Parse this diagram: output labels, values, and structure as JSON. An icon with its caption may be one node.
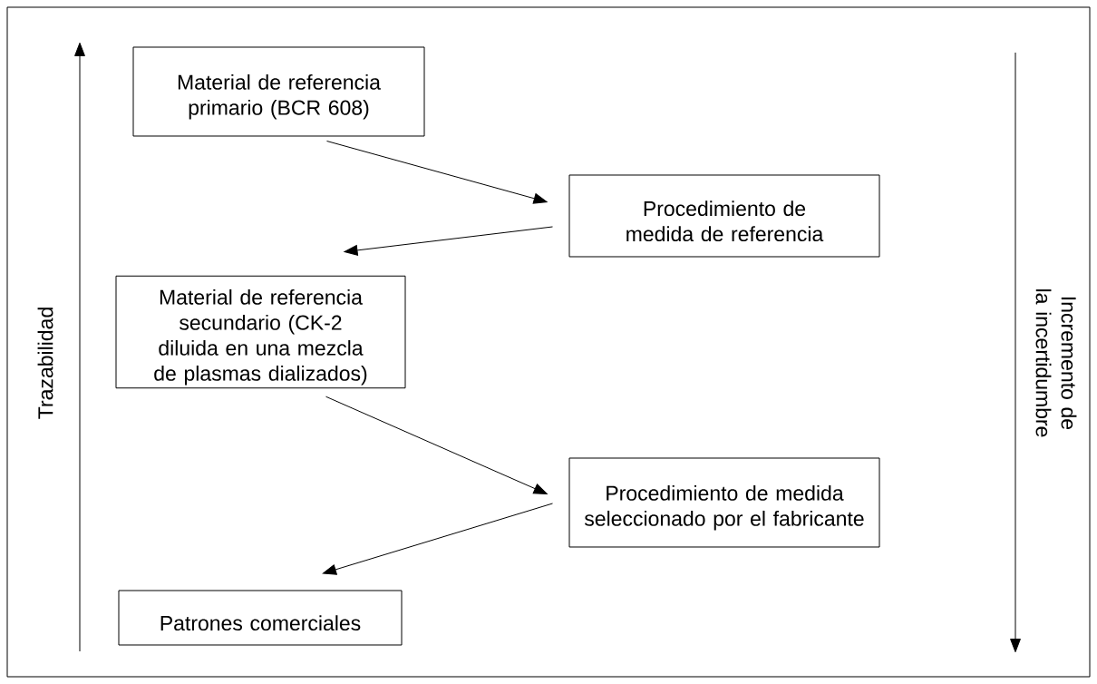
{
  "diagram": {
    "nodes": [
      {
        "text": [
          "Material de referencia primario (BCR 608)"
        ]
      },
      {
        "text": [
          "Procedimiento  de medida  de referencia"
        ]
      },
      {
        "text": [
          "Material de referencia secundario (CK-2 diluida en una mezcla de plasmas dializados)"
        ]
      },
      {
        "text": [
          "Procedimiento de medida seleccionado por el fabricante"
        ]
      },
      {
        "text": [
          "Patrones comerciales"
        ]
      }
    ],
    "edges": [
      {
        "from": 0,
        "to": 1,
        "arrow": "to"
      },
      {
        "from": 1,
        "to": 2,
        "arrow": "to"
      },
      {
        "from": 2,
        "to": 3,
        "arrow": "to"
      },
      {
        "from": 3,
        "to": 4,
        "arrow": "to"
      }
    ],
    "labels": [
      "Trazabilidad",
      "Incremento de la incertidumbre"
    ]
  }
}
